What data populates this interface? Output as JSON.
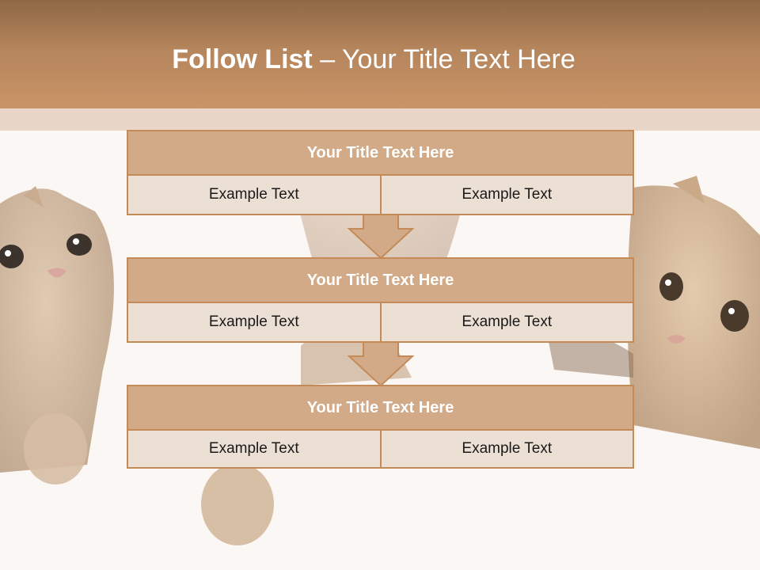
{
  "slide": {
    "title_bold": "Follow List",
    "title_rest": " – Your Title Text Here"
  },
  "blocks": [
    {
      "title": "Your Title Text Here",
      "left": "Example Text",
      "right": "Example Text"
    },
    {
      "title": "Your Title Text Here",
      "left": "Example Text",
      "right": "Example Text"
    },
    {
      "title": "Your Title Text Here",
      "left": "Example Text",
      "right": "Example Text"
    }
  ],
  "colors": {
    "header": "#b5855c",
    "box_border": "#c48b58",
    "box_title_fill": "#d2aa87",
    "box_cell_fill": "#ecdfd4"
  }
}
